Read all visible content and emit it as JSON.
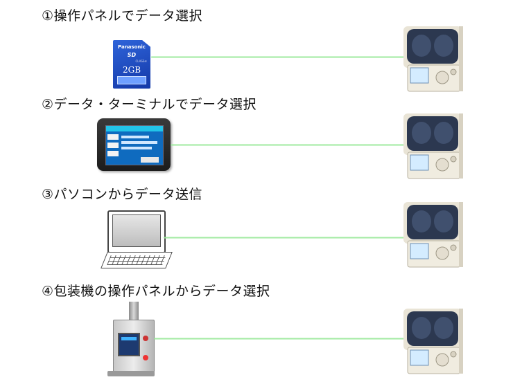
{
  "rows": [
    {
      "title": "①操作パネルでデータ選択",
      "device": "sd-card"
    },
    {
      "title": "②データ・ターミナルでデータ選択",
      "device": "data-terminal"
    },
    {
      "title": "③パソコンからデータ送信",
      "device": "personal-computer"
    },
    {
      "title": "④包装機の操作パネルからデータ選択",
      "device": "packaging-machine-panel"
    }
  ],
  "sd_card": {
    "brand": "Panasonic",
    "logo": "SD",
    "class": "CLASS④",
    "capacity": "2GB"
  },
  "colors": {
    "beam": "#96e896",
    "sd_card": "#1f4fc8",
    "printer_body": "#e8e2d2",
    "printer_head": "#2c3850"
  }
}
